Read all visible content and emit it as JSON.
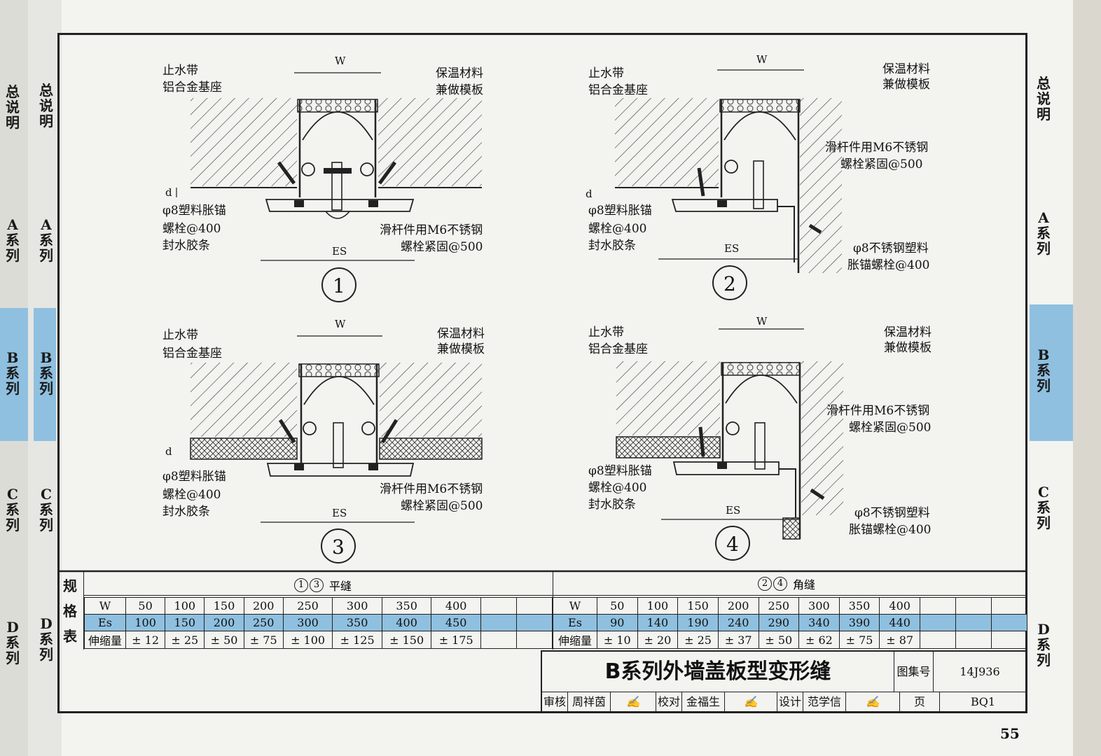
{
  "side_tabs": {
    "overview": "总说明",
    "a_series": "A系列",
    "b_series": "B系列",
    "c_series": "C系列",
    "d_series": "D系列"
  },
  "details": {
    "d1": {
      "number": "1",
      "top_left": [
        "止水带",
        "铝合金基座"
      ],
      "top_right": [
        "保温材料",
        "兼做模板"
      ],
      "bottom_left": [
        "φ8塑料胀锚",
        "螺栓@400",
        "封水胶条"
      ],
      "bottom_right": [
        "滑杆件用M6不锈钢",
        "螺栓紧固@500"
      ],
      "dim_w": "W",
      "dim_es": "ES",
      "dim_d": "d"
    },
    "d2": {
      "number": "2",
      "top_left": [
        "止水带",
        "铝合金基座"
      ],
      "top_right": [
        "保温材料",
        "兼做模板"
      ],
      "mid_right": [
        "滑杆件用M6不锈钢",
        "螺栓紧固@500"
      ],
      "bottom_left": [
        "φ8塑料胀锚",
        "螺栓@400",
        "封水胶条"
      ],
      "bottom_right": [
        "φ8不锈钢塑料",
        "胀锚螺栓@400"
      ],
      "dim_w": "W",
      "dim_es": "ES",
      "dim_d": "d"
    },
    "d3": {
      "number": "3",
      "top_left": [
        "止水带",
        "铝合金基座"
      ],
      "top_right": [
        "保温材料",
        "兼做模板"
      ],
      "bottom_left": [
        "φ8塑料胀锚",
        "螺栓@400",
        "封水胶条"
      ],
      "bottom_right": [
        "滑杆件用M6不锈钢",
        "螺栓紧固@500"
      ],
      "dim_w": "W",
      "dim_es": "ES",
      "dim_d": "d"
    },
    "d4": {
      "number": "4",
      "top_left": [
        "止水带",
        "铝合金基座"
      ],
      "top_right": [
        "保温材料",
        "兼做模板"
      ],
      "mid_right": [
        "滑杆件用M6不锈钢",
        "螺栓紧固@500"
      ],
      "bottom_left": [
        "φ8塑料胀锚",
        "螺栓@400",
        "封水胶条"
      ],
      "bottom_right": [
        "φ8不锈钢塑料",
        "胀锚螺栓@400"
      ],
      "dim_w": "W",
      "dim_es": "ES"
    }
  },
  "spec_table": {
    "label": [
      "规",
      "格",
      "表"
    ],
    "flat": {
      "header_nums": [
        "1",
        "3"
      ],
      "header_text": "平缝",
      "w_label": "W",
      "es_label": "Es",
      "exp_label": "伸缩量",
      "w": [
        "50",
        "100",
        "150",
        "200",
        "250",
        "300",
        "350",
        "400"
      ],
      "es": [
        "100",
        "150",
        "200",
        "250",
        "300",
        "350",
        "400",
        "450"
      ],
      "exp": [
        "± 12",
        "± 25",
        "± 50",
        "± 75",
        "± 100",
        "± 125",
        "± 150",
        "± 175"
      ]
    },
    "corner": {
      "header_nums": [
        "2",
        "4"
      ],
      "header_text": "角缝",
      "w_label": "W",
      "es_label": "Es",
      "exp_label": "伸缩量",
      "w": [
        "50",
        "100",
        "150",
        "200",
        "250",
        "300",
        "350",
        "400"
      ],
      "es": [
        "90",
        "140",
        "190",
        "240",
        "290",
        "340",
        "390",
        "440"
      ],
      "exp": [
        "± 10",
        "± 20",
        "± 25",
        "± 37",
        "± 50",
        "± 62",
        "± 75",
        "± 87"
      ]
    }
  },
  "title_block": {
    "title": "B系列外墙盖板型变形缝",
    "atlas_label": "图集号",
    "atlas_no": "14J936",
    "review_label": "审核",
    "reviewer": "周祥茵",
    "check_label": "校对",
    "checker": "金福生",
    "design_label": "设计",
    "designer": "范学信",
    "page_label": "页",
    "page_code": "BQ1"
  },
  "page_number": "55",
  "colors": {
    "highlight_blue": "#8fc0e0",
    "ink": "#111111",
    "paper": "#f3f3f0"
  }
}
